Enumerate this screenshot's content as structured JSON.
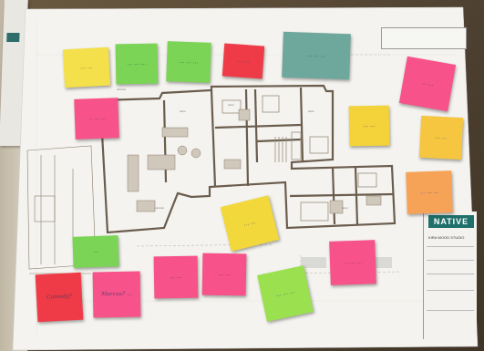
{
  "notes": [
    {
      "id": "n1",
      "color": "#f4e04a",
      "text": "... ..."
    },
    {
      "id": "n2",
      "color": "#7cd457",
      "text": "... ... ..."
    },
    {
      "id": "n3",
      "color": "#7cd457",
      "text": "... ... ..."
    },
    {
      "id": "n4",
      "color": "#ef3b47",
      "text": "... ..."
    },
    {
      "id": "n5",
      "color": "#6ea79c",
      "text": "... ... ..."
    },
    {
      "id": "n6",
      "color": "#f8528a",
      "text": "... ..."
    },
    {
      "id": "n7",
      "color": "#f8528a",
      "text": "... ... ..."
    },
    {
      "id": "n8",
      "color": "#f4d23a",
      "text": "... ..."
    },
    {
      "id": "n9",
      "color": "#f6c640",
      "text": "... ..."
    },
    {
      "id": "n10",
      "color": "#f7a357",
      "text": "... ... ..."
    },
    {
      "id": "n11",
      "color": "#f2d83a",
      "text": "... ..."
    },
    {
      "id": "n12",
      "color": "#7cd457",
      "text": "..."
    },
    {
      "id": "n13",
      "color": "#f8528a",
      "text": "Marcus? ..."
    },
    {
      "id": "n14",
      "color": "#f8528a",
      "text": "... ..."
    },
    {
      "id": "n15",
      "color": "#f8528a",
      "text": "... ..."
    },
    {
      "id": "n16",
      "color": "#f8528a",
      "text": "... ... ..."
    },
    {
      "id": "n17",
      "color": "#f8528a",
      "text": "... ... ..."
    },
    {
      "id": "n18",
      "color": "#9ae04f",
      "text": "... ... ..."
    },
    {
      "id": "n19",
      "color": "#ef3b47",
      "text": "Comedy?"
    }
  ],
  "drawing": {
    "logo": "NATIVE",
    "title_block_label": "KIRA WOOD STUDIO"
  },
  "colors": {
    "wall": "#5a4c38",
    "paper": "#f4f3ef",
    "walls_line": "#6a5d4e"
  }
}
